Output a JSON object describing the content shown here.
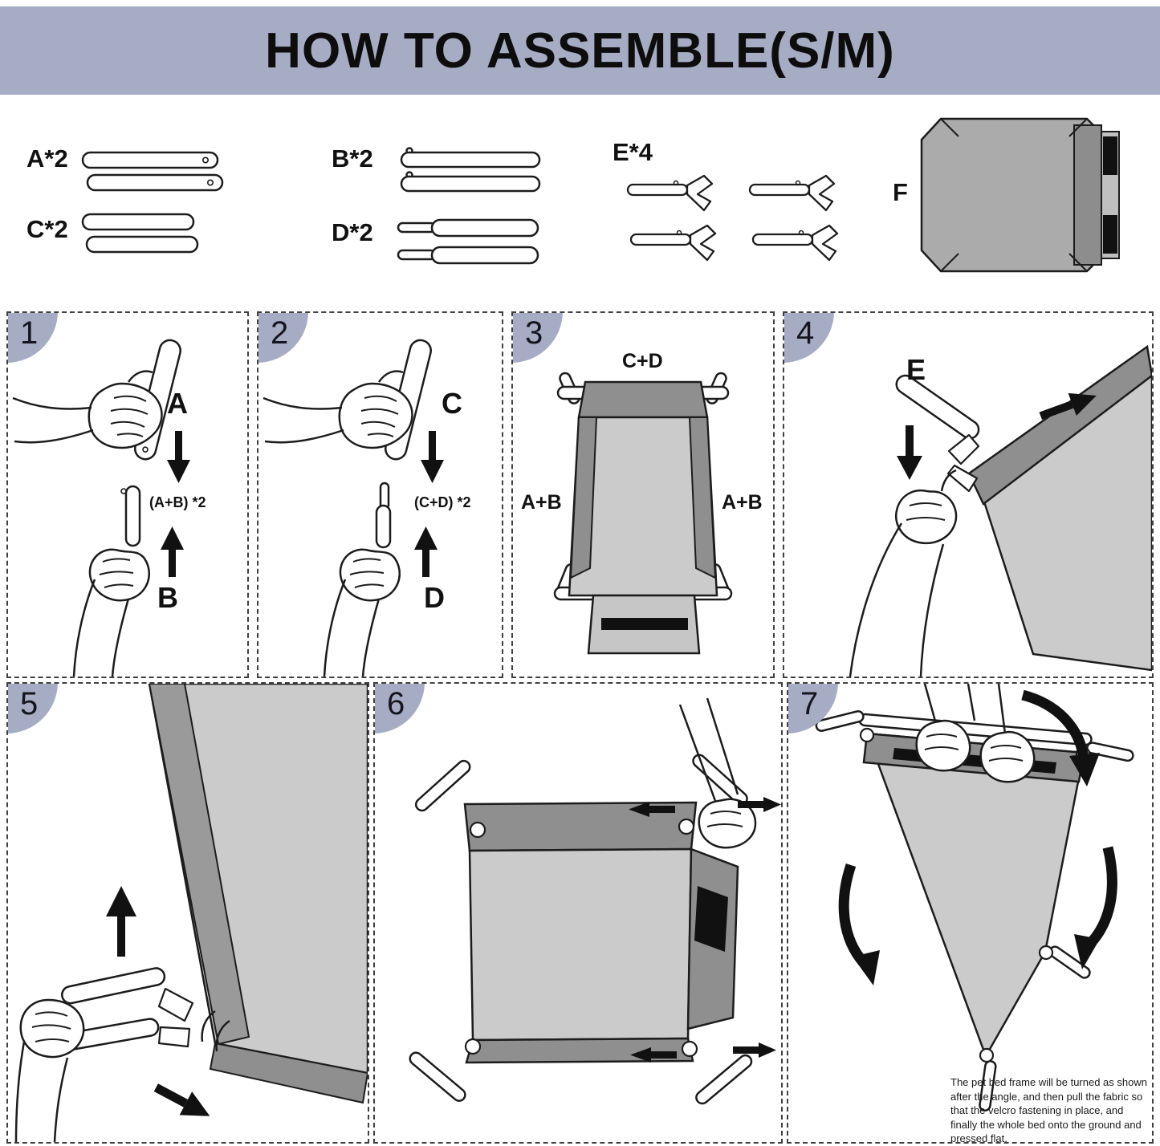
{
  "title": "HOW TO ASSEMBLE(S/M)",
  "parts": {
    "a": "A*2",
    "b": "B*2",
    "c": "C*2",
    "d": "D*2",
    "e": "E*4",
    "f": "F"
  },
  "steps": {
    "s1": {
      "num": "1",
      "top_part": "A",
      "combo": "(A+B) *2",
      "bottom_part": "B"
    },
    "s2": {
      "num": "2",
      "top_part": "C",
      "combo": "(C+D) *2",
      "bottom_part": "D"
    },
    "s3": {
      "num": "3",
      "top_label": "C+D",
      "left_label": "A+B",
      "right_label": "A+B"
    },
    "s4": {
      "num": "4",
      "part_label": "E"
    },
    "s5": {
      "num": "5"
    },
    "s6": {
      "num": "6"
    },
    "s7": {
      "num": "7",
      "note": "The pet bed frame will be turned as shown after the angle, and then pull the fabric so that the velcro fastening in place, and finally the whole bed onto the ground and pressed flat."
    }
  },
  "colors": {
    "banner": "#a6acc4",
    "badge": "#a6acc4",
    "fabric_light": "#cbcbcb",
    "fabric_dark": "#8f8f8f",
    "velcro": "#111111",
    "line": "#1c1c1c"
  }
}
